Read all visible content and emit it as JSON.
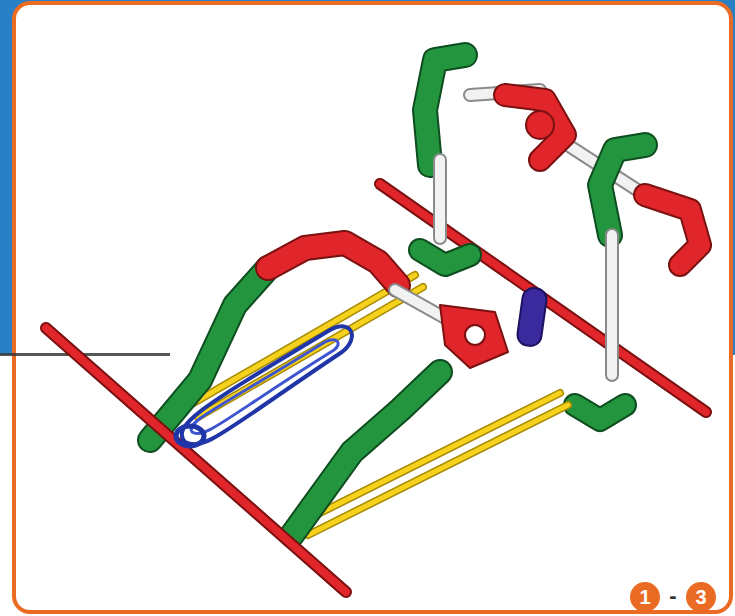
{
  "diagram": {
    "nodes": [
      {
        "text": [
          "1"
        ]
      },
      {
        "text": [
          "3"
        ]
      }
    ],
    "labels": [
      "-"
    ]
  }
}
